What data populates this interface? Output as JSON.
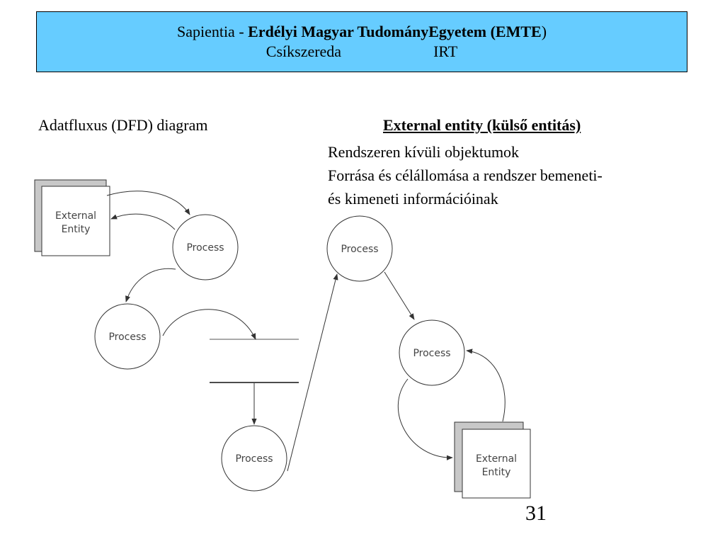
{
  "header": {
    "prefix": "Sapientia - ",
    "university": "Erdélyi Magyar TudományEgyetem  (EMTE",
    "suffix": ")",
    "city": "Csíkszereda",
    "department": "IRT"
  },
  "left_title": "Adatfluxus (DFD) diagram",
  "right_title": "External entity (külső entitás)",
  "description": [
    "Rendszeren kívüli objektumok",
    "Forrása és célállomása a rendszer bemeneti-",
    "és kimeneti információinak"
  ],
  "diagram": {
    "entity_line1": "External",
    "entity_line2": "Entity",
    "process_label": "Process"
  },
  "page_number": "31"
}
